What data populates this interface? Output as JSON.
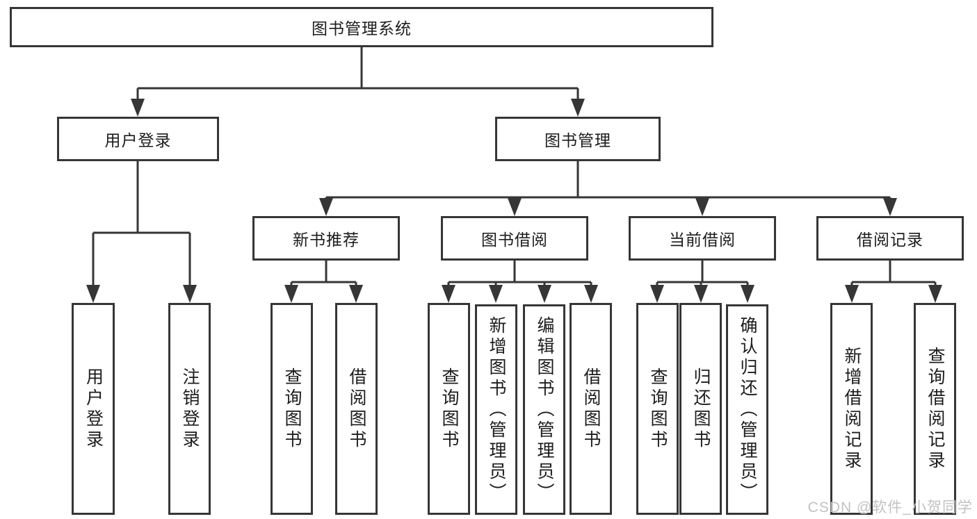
{
  "tree": {
    "root": {
      "label": "图书管理系统",
      "children": [
        {
          "label": "用户登录",
          "children": [
            {
              "label": "用户登录"
            },
            {
              "label": "注销登录"
            }
          ]
        },
        {
          "label": "图书管理",
          "children": [
            {
              "label": "新书推荐",
              "children": [
                {
                  "label": "查询图书"
                },
                {
                  "label": "借阅图书"
                }
              ]
            },
            {
              "label": "图书借阅",
              "children": [
                {
                  "label": "查询图书"
                },
                {
                  "label": "新增图书（管理员）"
                },
                {
                  "label": "编辑图书（管理员）"
                },
                {
                  "label": "借阅图书"
                }
              ]
            },
            {
              "label": "当前借阅",
              "children": [
                {
                  "label": "查询图书"
                },
                {
                  "label": "归还图书"
                },
                {
                  "label": "确认归还（管理员）"
                }
              ]
            },
            {
              "label": "借阅记录",
              "children": [
                {
                  "label": "新增借阅记录"
                },
                {
                  "label": "查询借阅记录"
                }
              ]
            }
          ]
        }
      ]
    }
  },
  "watermark": {
    "text": "CSDN @软件_小贺同学"
  },
  "colors": {
    "line": "#363636",
    "text": "#1c1c1c",
    "watermark": "#c2c2c2",
    "background": "#ffffff"
  }
}
